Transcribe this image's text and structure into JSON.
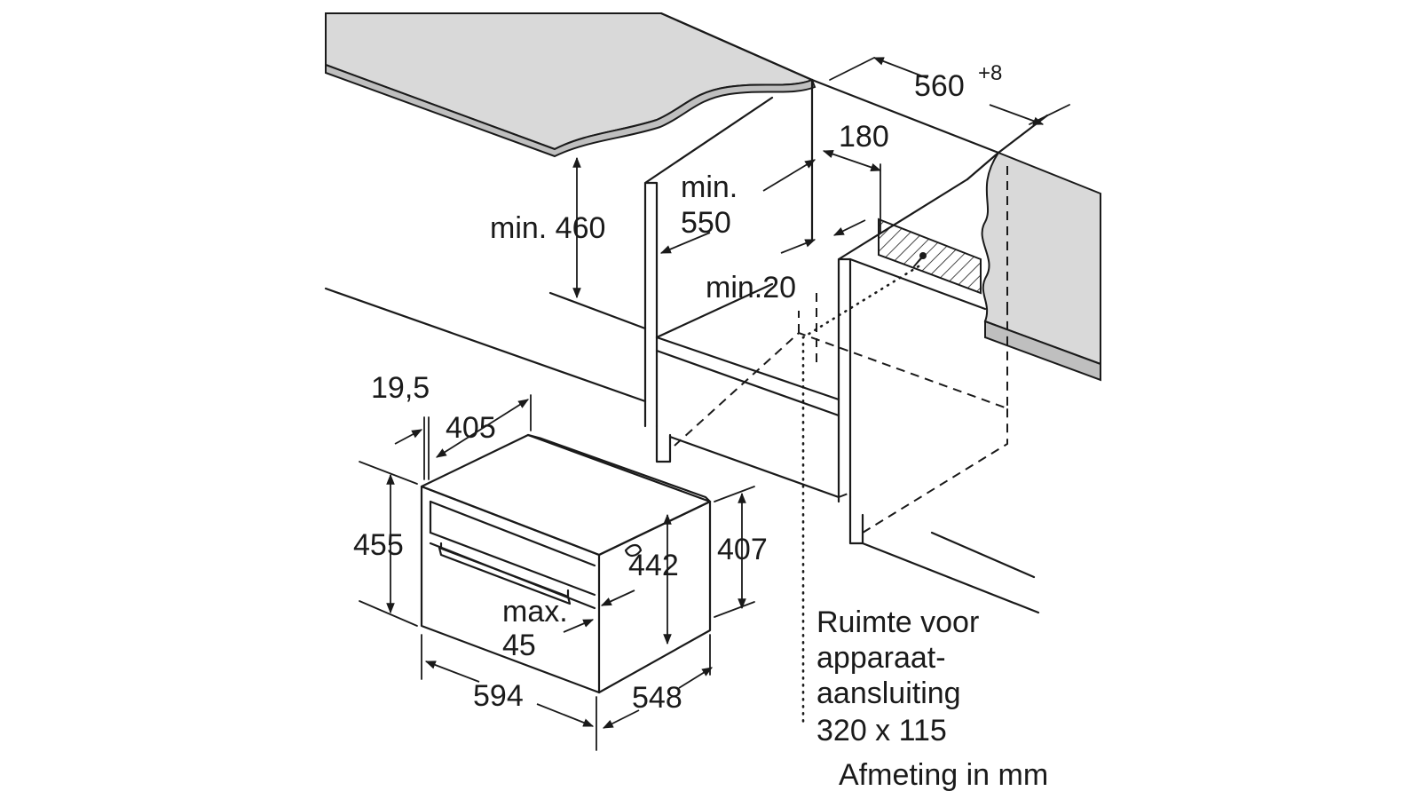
{
  "dimensions": {
    "d560": "560",
    "d560_tol": "+8",
    "d180": "180",
    "min_word": "min.",
    "d550": "550",
    "min460": "min. 460",
    "min20": "min.20",
    "d19_5": "19,5",
    "d405": "405",
    "d455": "455",
    "d442": "442",
    "d407": "407",
    "max_word": "max.",
    "d45": "45",
    "d594": "594",
    "d548": "548"
  },
  "note": {
    "line1": "Ruimte voor",
    "line2": "apparaat-",
    "line3": "aansluiting",
    "line4": "320 x 115"
  },
  "unit_note": "Afmeting in mm",
  "colors": {
    "line": "#1a1a1a",
    "countertop": "#d9d9d9",
    "countertop_edge": "#bfbfbf",
    "background": "#ffffff"
  }
}
